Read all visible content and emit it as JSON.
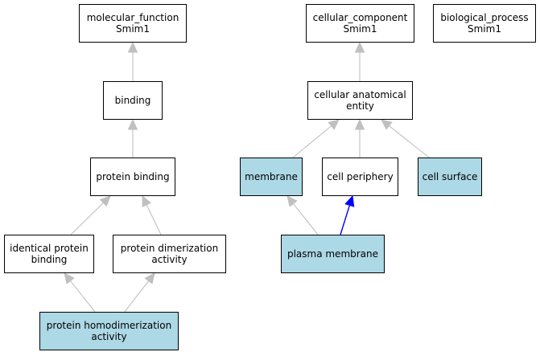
{
  "colors": {
    "highlight_fill": "#add8e6",
    "default_fill": "#ffffff",
    "edge_default": "#c0c0c0",
    "edge_highlight": "#0000ff"
  },
  "nodes": [
    {
      "id": "mf_root",
      "label": "molecular_function\nSmim1",
      "highlighted": false,
      "boxed": true
    },
    {
      "id": "binding",
      "label": "binding",
      "highlighted": false,
      "boxed": true
    },
    {
      "id": "protein_binding",
      "label": "protein binding",
      "highlighted": false,
      "boxed": true
    },
    {
      "id": "identical_protein_binding",
      "label": "identical protein\nbinding",
      "highlighted": false,
      "boxed": true
    },
    {
      "id": "protein_dimerization",
      "label": "protein dimerization\nactivity",
      "highlighted": false,
      "boxed": true
    },
    {
      "id": "protein_homodimerization",
      "label": "protein homodimerization\nactivity",
      "highlighted": true,
      "boxed": true
    },
    {
      "id": "cc_root",
      "label": "cellular_component\nSmim1",
      "highlighted": false,
      "boxed": true
    },
    {
      "id": "bp_root",
      "label": "biological_process\nSmim1",
      "highlighted": false,
      "boxed": true
    },
    {
      "id": "cellular_anatomical_entity",
      "label": "cellular anatomical\nentity",
      "highlighted": false,
      "boxed": true
    },
    {
      "id": "membrane",
      "label": "membrane",
      "highlighted": true,
      "boxed": true
    },
    {
      "id": "cell_periphery",
      "label": "cell periphery",
      "highlighted": false,
      "boxed": true
    },
    {
      "id": "cell_surface",
      "label": "cell surface",
      "highlighted": true,
      "boxed": true
    },
    {
      "id": "plasma_membrane",
      "label": "plasma membrane",
      "highlighted": true,
      "boxed": true
    }
  ],
  "edges": [
    {
      "from": "binding",
      "to": "mf_root",
      "highlighted": false
    },
    {
      "from": "protein_binding",
      "to": "binding",
      "highlighted": false
    },
    {
      "from": "identical_protein_binding",
      "to": "protein_binding",
      "highlighted": false
    },
    {
      "from": "protein_dimerization",
      "to": "protein_binding",
      "highlighted": false
    },
    {
      "from": "protein_homodimerization",
      "to": "identical_protein_binding",
      "highlighted": false
    },
    {
      "from": "protein_homodimerization",
      "to": "protein_dimerization",
      "highlighted": false
    },
    {
      "from": "cellular_anatomical_entity",
      "to": "cc_root",
      "highlighted": false
    },
    {
      "from": "membrane",
      "to": "cellular_anatomical_entity",
      "highlighted": false
    },
    {
      "from": "cell_periphery",
      "to": "cellular_anatomical_entity",
      "highlighted": false
    },
    {
      "from": "cell_surface",
      "to": "cellular_anatomical_entity",
      "highlighted": false
    },
    {
      "from": "plasma_membrane",
      "to": "membrane",
      "highlighted": false
    },
    {
      "from": "plasma_membrane",
      "to": "cell_periphery",
      "highlighted": true
    }
  ]
}
